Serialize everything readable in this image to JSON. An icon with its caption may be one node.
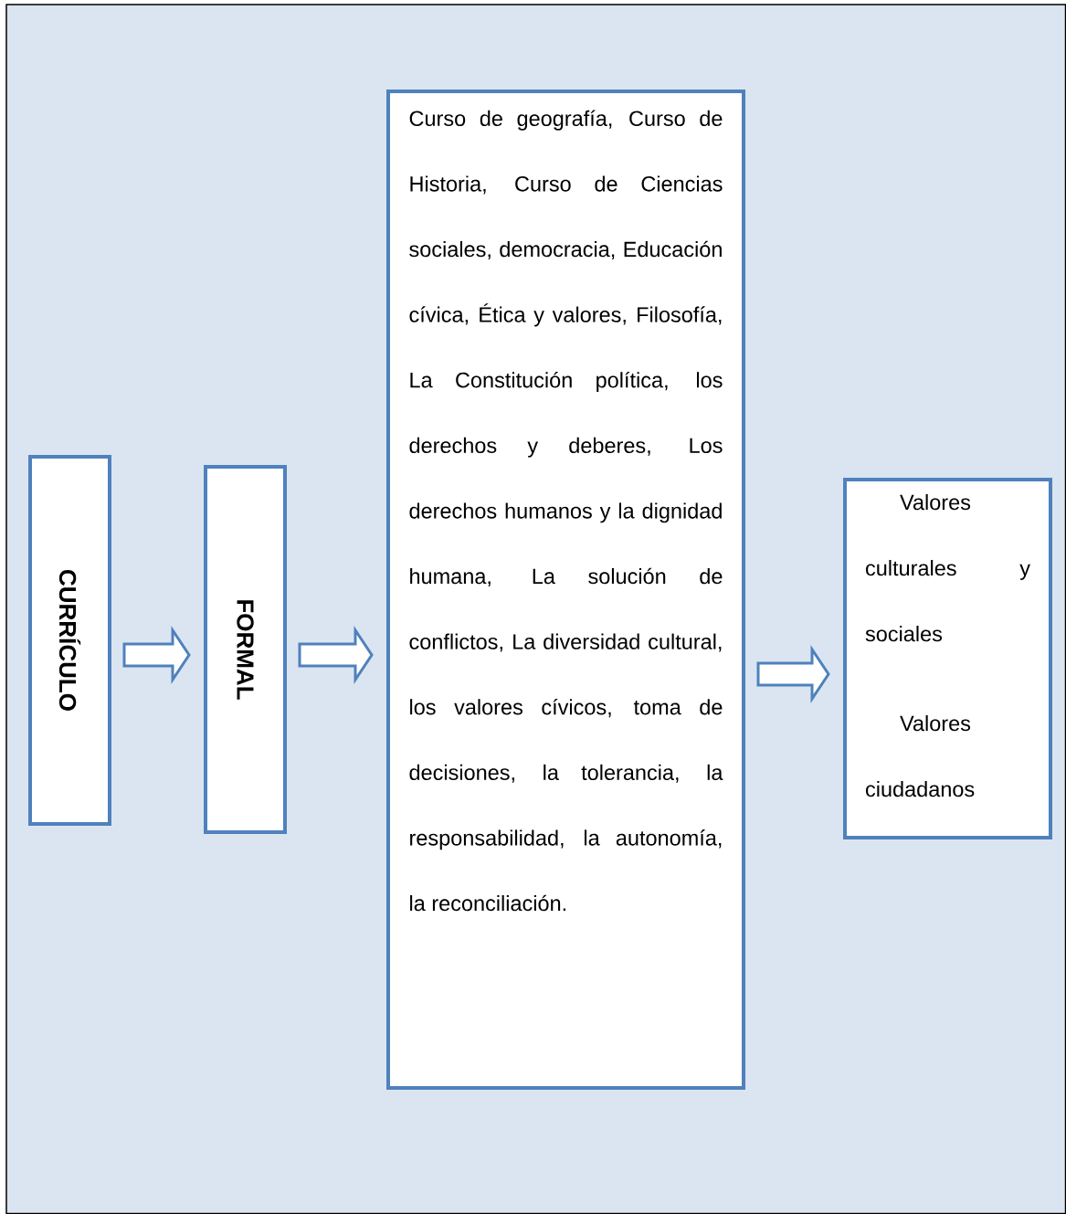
{
  "diagram": {
    "nodes": [
      {
        "text": [
          "CURRÍCULO"
        ]
      },
      {
        "text": [
          "FORMAL"
        ]
      },
      {
        "text": [
          "Curso de geografía, Curso de Historia, Curso de Ciencias sociales, democracia, Educación cívica, Ética y valores, Filosofía, La Constitución política, los derechos y deberes, Los derechos humanos y la dignidad humana, La solución de conflictos, La diversidad cultural, los valores cívicos, toma de decisiones, la tolerancia, la responsabilidad, la autonomía, la reconciliación."
        ]
      },
      {
        "text": [
          "Valores culturales y sociales",
          "Valores ciudadanos"
        ]
      }
    ],
    "edges": [
      {
        "from": 0,
        "to": 1,
        "arrow": "to"
      },
      {
        "from": 1,
        "to": 2,
        "arrow": "to"
      },
      {
        "from": 2,
        "to": 3,
        "arrow": "to"
      }
    ]
  }
}
